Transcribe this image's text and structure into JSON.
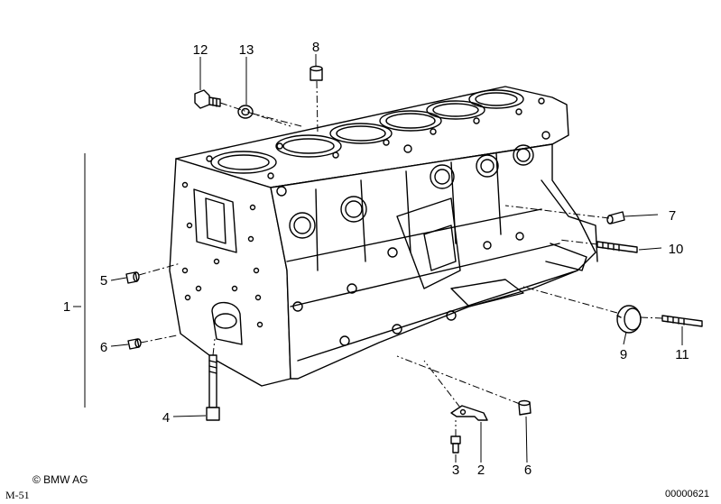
{
  "callouts": [
    {
      "id": "1",
      "label": "1"
    },
    {
      "id": "2",
      "label": "2"
    },
    {
      "id": "3",
      "label": "3"
    },
    {
      "id": "4",
      "label": "4"
    },
    {
      "id": "5",
      "label": "5"
    },
    {
      "id": "6a",
      "label": "6"
    },
    {
      "id": "6b",
      "label": "6"
    },
    {
      "id": "7",
      "label": "7"
    },
    {
      "id": "8",
      "label": "8"
    },
    {
      "id": "9",
      "label": "9"
    },
    {
      "id": "10",
      "label": "10"
    },
    {
      "id": "11",
      "label": "11"
    },
    {
      "id": "12",
      "label": "12"
    },
    {
      "id": "13",
      "label": "13"
    }
  ],
  "footer": {
    "copyright": "© BMW AG",
    "drawing_code": "M-51",
    "image_number": "00000621"
  }
}
